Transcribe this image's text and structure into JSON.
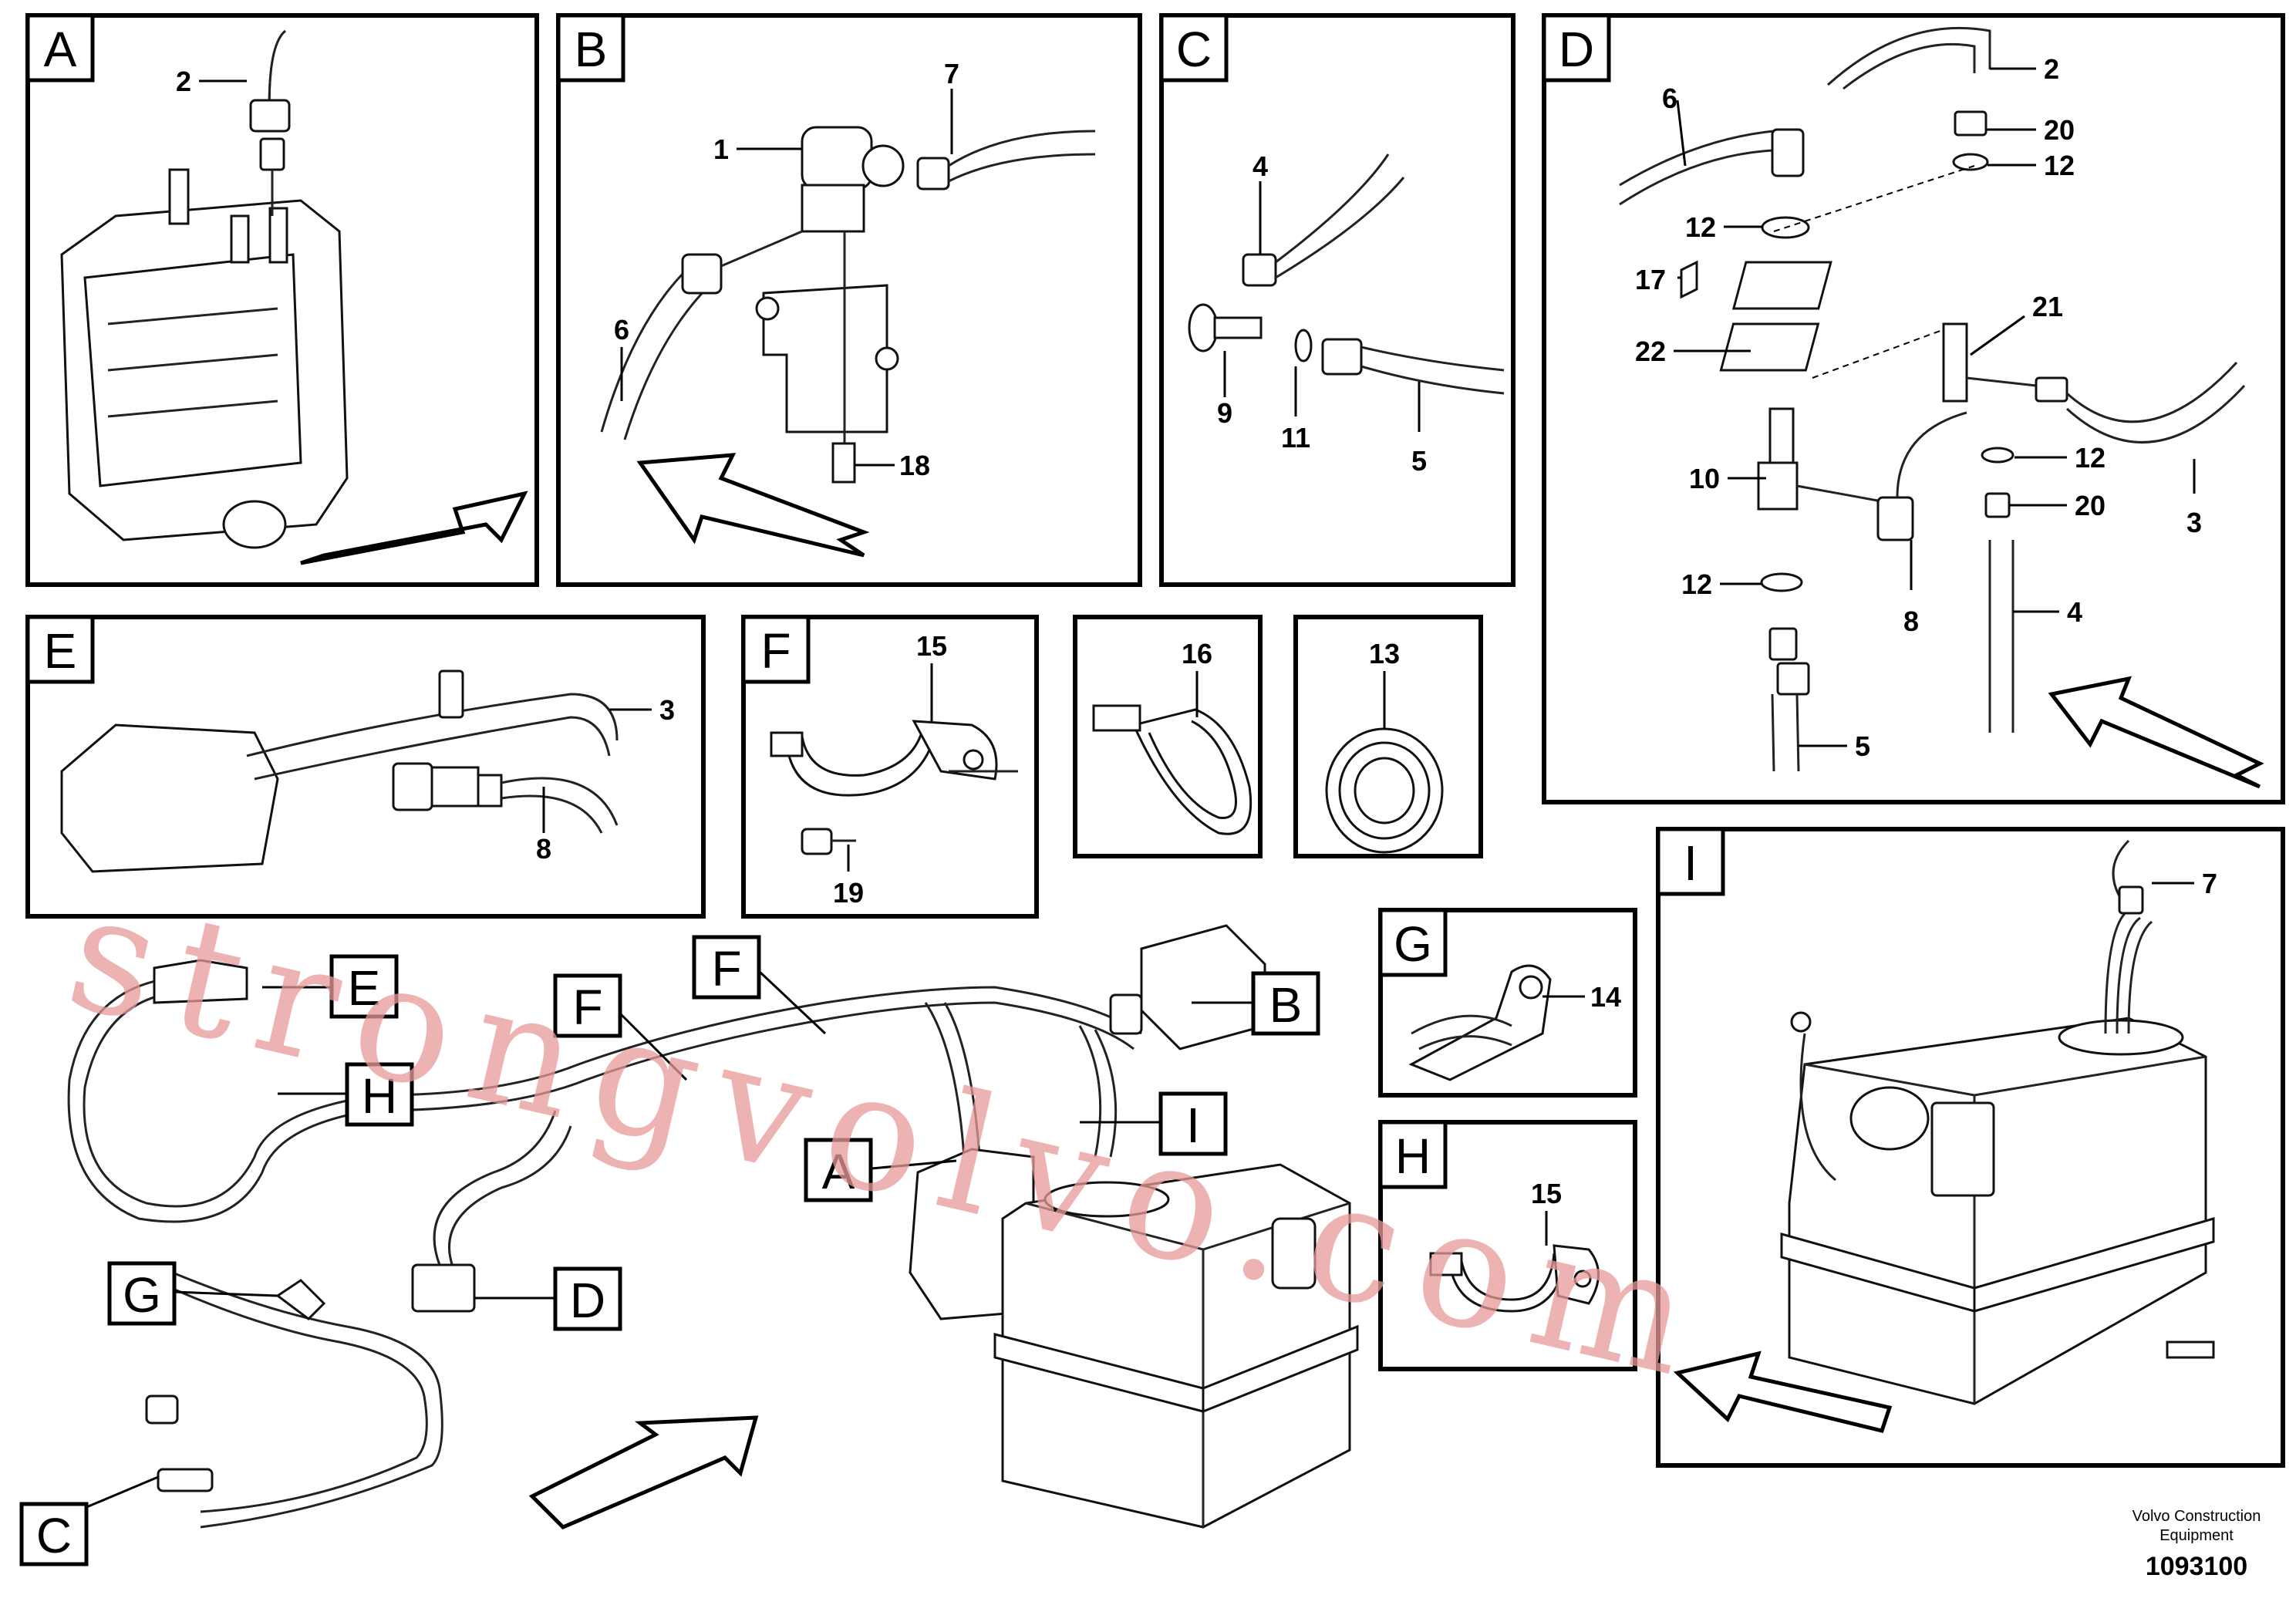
{
  "panels": {
    "A": {
      "letter": "A",
      "callouts": [
        "2"
      ]
    },
    "B": {
      "letter": "B",
      "callouts": [
        "1",
        "7",
        "6",
        "18"
      ]
    },
    "C": {
      "letter": "C",
      "callouts": [
        "4",
        "9",
        "11",
        "5"
      ]
    },
    "D": {
      "letter": "D",
      "callouts": [
        "6",
        "2",
        "20",
        "12",
        "12",
        "17",
        "22",
        "21",
        "10",
        "12",
        "20",
        "3",
        "12",
        "8",
        "4",
        "5"
      ]
    },
    "E": {
      "letter": "E",
      "callouts": [
        "3",
        "8"
      ]
    },
    "F": {
      "letter": "F",
      "callouts": [
        "15",
        "19"
      ]
    },
    "P16": {
      "callouts": [
        "16"
      ]
    },
    "P13": {
      "callouts": [
        "13"
      ]
    },
    "G": {
      "letter": "G",
      "callouts": [
        "14"
      ]
    },
    "H": {
      "letter": "H",
      "callouts": [
        "15"
      ]
    },
    "I": {
      "letter": "I",
      "callouts": [
        "7"
      ]
    }
  },
  "overview_labels": [
    "E",
    "F",
    "F",
    "B",
    "H",
    "A",
    "I",
    "G",
    "D",
    "C"
  ],
  "watermark": "strongvolvo.com",
  "footer": {
    "company_line1": "Volvo Construction",
    "company_line2": "Equipment",
    "drawing_number": "1093100"
  }
}
